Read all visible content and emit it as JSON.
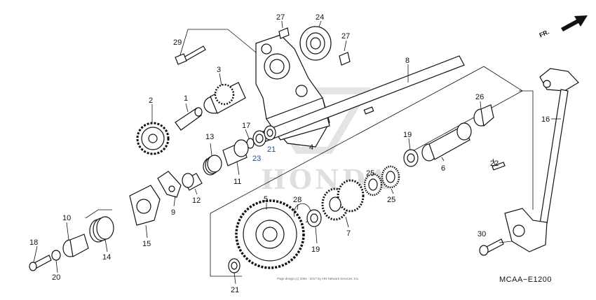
{
  "diagram": {
    "code": "MCAA−E1200",
    "direction_label": "FR.",
    "watermark": "HONDA",
    "copyright": "Page design (c) 2004 - 2017 by ARI Network Services, Inc.",
    "callouts": [
      {
        "id": "c1",
        "label": "1"
      },
      {
        "id": "c2",
        "label": "2"
      },
      {
        "id": "c3",
        "label": "3"
      },
      {
        "id": "c4",
        "label": "4"
      },
      {
        "id": "c5",
        "label": "5"
      },
      {
        "id": "c6",
        "label": "6"
      },
      {
        "id": "c7",
        "label": "7"
      },
      {
        "id": "c8",
        "label": "8"
      },
      {
        "id": "c9",
        "label": "9"
      },
      {
        "id": "c10",
        "label": "10"
      },
      {
        "id": "c11",
        "label": "11"
      },
      {
        "id": "c12",
        "label": "12"
      },
      {
        "id": "c13",
        "label": "13"
      },
      {
        "id": "c14",
        "label": "14"
      },
      {
        "id": "c15",
        "label": "15"
      },
      {
        "id": "c16",
        "label": "16"
      },
      {
        "id": "c17",
        "label": "17"
      },
      {
        "id": "c18",
        "label": "18"
      },
      {
        "id": "c19a",
        "label": "19"
      },
      {
        "id": "c19b",
        "label": "19"
      },
      {
        "id": "c20",
        "label": "20"
      },
      {
        "id": "c21a",
        "label": "21"
      },
      {
        "id": "c21b",
        "label": "21"
      },
      {
        "id": "c22",
        "label": "22"
      },
      {
        "id": "c23",
        "label": "23"
      },
      {
        "id": "c24",
        "label": "24"
      },
      {
        "id": "c25a",
        "label": "25"
      },
      {
        "id": "c25b",
        "label": "25"
      },
      {
        "id": "c26",
        "label": "26"
      },
      {
        "id": "c27a",
        "label": "27"
      },
      {
        "id": "c27b",
        "label": "27"
      },
      {
        "id": "c28",
        "label": "28"
      },
      {
        "id": "c29",
        "label": "29"
      },
      {
        "id": "c30",
        "label": "30"
      }
    ]
  }
}
